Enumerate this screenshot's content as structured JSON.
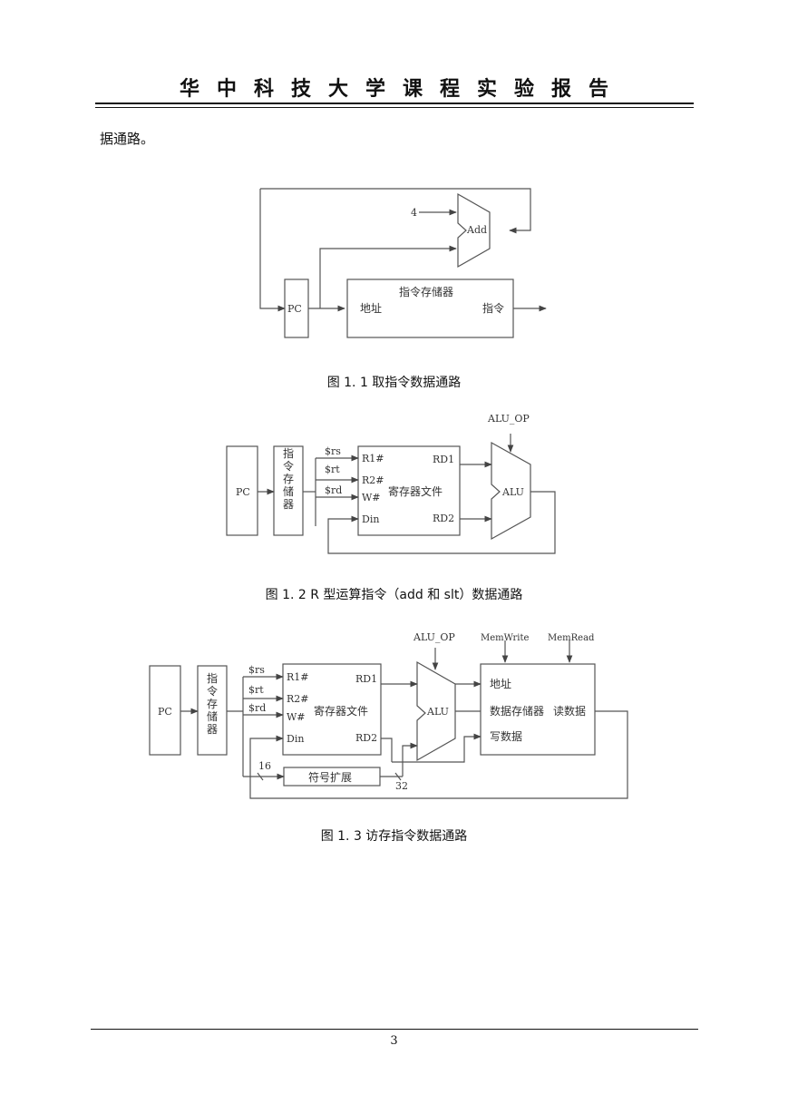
{
  "header": {
    "title": "华中科技大学课程实验报告"
  },
  "intro_text": "据通路。",
  "figure1": {
    "caption": "图 1. 1 取指令数据通路",
    "labels": {
      "four": "4",
      "add": "Add",
      "pc": "PC",
      "imem": "指令存储器",
      "addr": "地址",
      "instr": "指令"
    }
  },
  "figure2": {
    "caption": "图 1. 2 R 型运算指令（add 和 slt）数据通路",
    "labels": {
      "pc": "PC",
      "imem": "指令存储器",
      "rs": "$rs",
      "rt": "$rt",
      "rd": "$rd",
      "r1": "R1#",
      "r2": "R2#",
      "w": "W#",
      "din": "Din",
      "regfile": "寄存器文件",
      "rd1": "RD1",
      "rd2": "RD2",
      "alu": "ALU",
      "alu_op": "ALU_OP"
    }
  },
  "figure3": {
    "caption": "图 1. 3 访存指令数据通路",
    "labels": {
      "pc": "PC",
      "imem": "指令存储器",
      "rs": "$rs",
      "rt": "$rt",
      "rd": "$rd",
      "r1": "R1#",
      "r2": "R2#",
      "w": "W#",
      "din": "Din",
      "regfile": "寄存器文件",
      "rd1": "RD1",
      "rd2": "RD2",
      "alu": "ALU",
      "alu_op": "ALU_OP",
      "memwrite": "MemWrite",
      "memread": "MemRead",
      "addr": "地址",
      "dmem": "数据存储器",
      "readdata": "读数据",
      "writedata": "写数据",
      "signext": "符号扩展",
      "w16": "16",
      "w32": "32"
    }
  },
  "footer": {
    "page_number": "3"
  }
}
